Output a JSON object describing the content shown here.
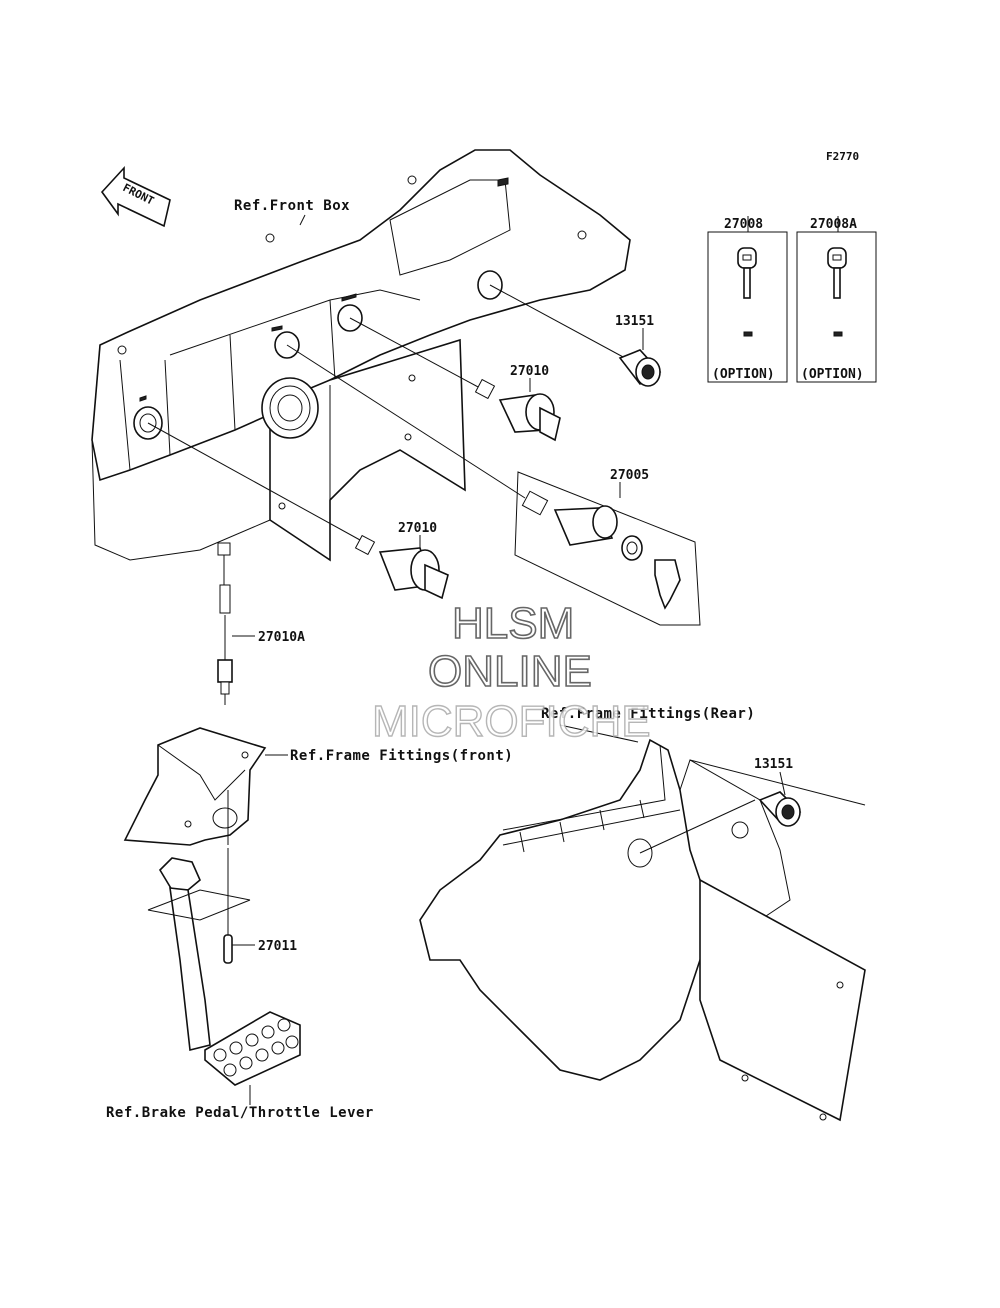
{
  "figure_code": "F2770",
  "front_arrow_label": "FRONT",
  "references": {
    "front_box": "Ref.Front Box",
    "frame_fittings_front": "Ref.Frame Fittings(front)",
    "frame_fittings_rear": "Ref.Frame Fittings(Rear)",
    "brake_pedal": "Ref.Brake Pedal/Throttle Lever"
  },
  "parts": {
    "p13151_top": "13151",
    "p27010_upper": "27010",
    "p27005": "27005",
    "p27010_lower": "27010",
    "p27010A": "27010A",
    "p27011": "27011",
    "p13151_rear": "13151",
    "p27008": "27008",
    "p27008A": "27008A"
  },
  "option_boxes": [
    {
      "part": "27008",
      "note": "(OPTION)"
    },
    {
      "part": "27008A",
      "note": "(OPTION)"
    }
  ],
  "watermark": {
    "line1": "HLSM",
    "line2": "ONLINE",
    "line3": "MICROFICHE"
  }
}
